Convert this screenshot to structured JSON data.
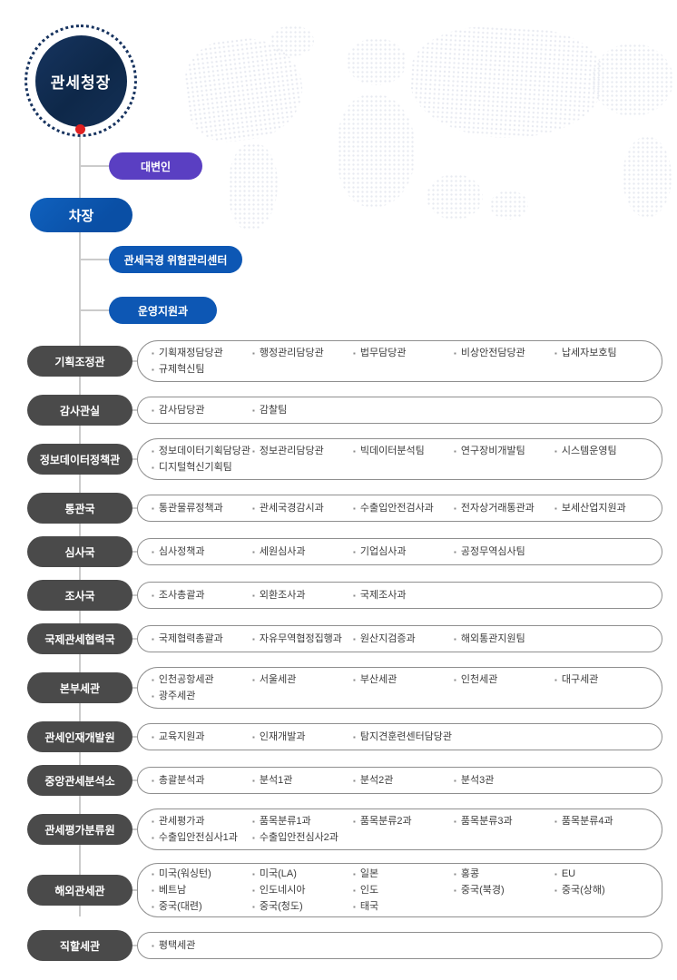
{
  "org": {
    "head": "관세청장",
    "spokesperson": "대변인",
    "deputy": "차장",
    "deputy_units": [
      "관세국경 위험관리센터",
      "운영지원과"
    ],
    "departments": [
      {
        "name": "기획조정관",
        "lines": 2,
        "units": [
          "기획재정담당관",
          "행정관리담당관",
          "법무담당관",
          "비상안전담당관",
          "납세자보호팀",
          "규제혁신팀"
        ]
      },
      {
        "name": "감사관실",
        "lines": 1,
        "units": [
          "감사담당관",
          "감찰팀"
        ]
      },
      {
        "name": "정보데이터정책관",
        "lines": 2,
        "units": [
          "정보데이터기획담당관",
          "정보관리담당관",
          "빅데이터분석팀",
          "연구장비개발팀",
          "시스템운영팀",
          "디지털혁신기획팀"
        ]
      },
      {
        "name": "통관국",
        "lines": 1,
        "units": [
          "통관물류정책과",
          "관세국경감시과",
          "수출입안전검사과",
          "전자상거래통관과",
          "보세산업지원과"
        ]
      },
      {
        "name": "심사국",
        "lines": 1,
        "units": [
          "심사정책과",
          "세원심사과",
          "기업심사과",
          "공정무역심사팀"
        ]
      },
      {
        "name": "조사국",
        "lines": 1,
        "units": [
          "조사총괄과",
          "외환조사과",
          "국제조사과"
        ]
      },
      {
        "name": "국제관세협력국",
        "lines": 1,
        "units": [
          "국제협력총괄과",
          "자유무역협정집행과",
          "원산지검증과",
          "해외통관지원팀"
        ]
      },
      {
        "name": "본부세관",
        "lines": 2,
        "units": [
          "인천공항세관",
          "서울세관",
          "부산세관",
          "인천세관",
          "대구세관",
          "광주세관"
        ]
      },
      {
        "name": "관세인재개발원",
        "lines": 1,
        "units": [
          "교육지원과",
          "인재개발과",
          "탐지견훈련센터담당관"
        ]
      },
      {
        "name": "중앙관세분석소",
        "lines": 1,
        "units": [
          "총괄분석과",
          "분석1관",
          "분석2관",
          "분석3관"
        ]
      },
      {
        "name": "관세평가분류원",
        "lines": 2,
        "units": [
          "관세평가과",
          "품목분류1과",
          "품목분류2과",
          "품목분류3과",
          "품목분류4과",
          "수출입안전심사1과",
          "수출입안전심사2과"
        ]
      },
      {
        "name": "해외관세관",
        "lines": 3,
        "units": [
          "미국(워싱턴)",
          "미국(LA)",
          "일본",
          "홍콩",
          "EU",
          "베트남",
          "인도네시아",
          "인도",
          "중국(북경)",
          "중국(상해)",
          "중국(대련)",
          "중국(청도)",
          "태국"
        ]
      },
      {
        "name": "직할세관",
        "lines": 1,
        "units": [
          "평택세관"
        ]
      }
    ],
    "colors": {
      "navy": "#0e2849",
      "blue": "#0d57b4",
      "purple": "#5a3fc2",
      "dark_gray": "#4a4a4a",
      "line_gray": "#cbcbcb",
      "red": "#e02020"
    }
  }
}
